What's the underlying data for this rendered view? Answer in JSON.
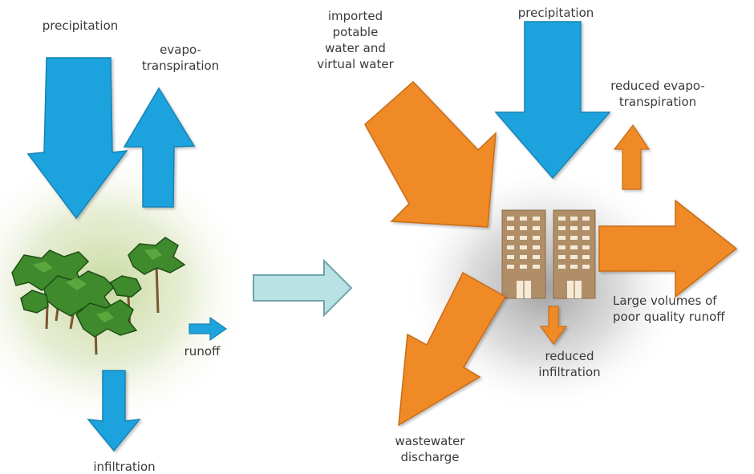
{
  "before": {
    "precipitation": "precipitation",
    "evapotranspiration": "evapo-\ntranspiration",
    "runoff": "runoff",
    "infiltration": "infiltration"
  },
  "after": {
    "imported": "imported\npotable\nwater and\nvirtual water",
    "precipitation": "precipitation",
    "reduced_evapotranspiration": "reduced evapo-\ntranspiration",
    "runoff": "Large volumes of\npoor quality runoff",
    "reduced_infiltration": "reduced\ninfiltration",
    "wastewater": "wastewater\ndischarge"
  },
  "colors": {
    "water_arrow": "#1ea3dd",
    "urban_arrow": "#ef8a25",
    "transition_arrow": "#b9e2e4",
    "tree_green": "#3f8a2c",
    "building": "#b08e68"
  }
}
